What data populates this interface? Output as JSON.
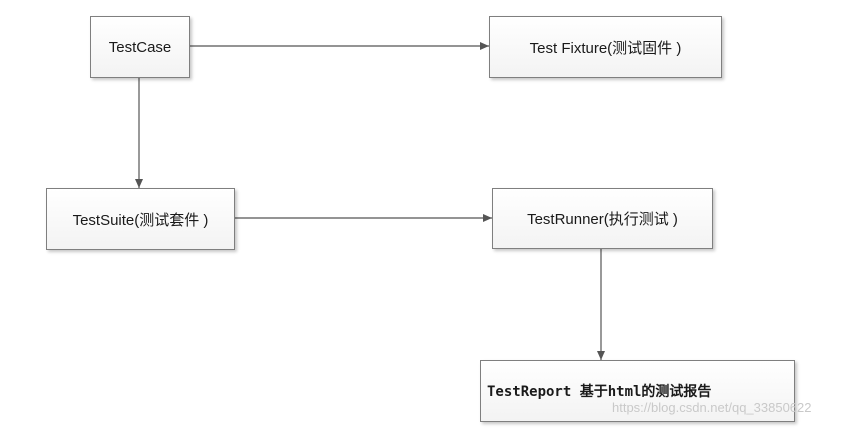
{
  "nodes": {
    "testcase": "TestCase",
    "fixture": "Test Fixture(测试固件 )",
    "suite": "TestSuite(测试套件 )",
    "runner": "TestRunner(执行测试 )",
    "report": "TestReport 基于html的测试报告"
  },
  "watermark": "https://blog.csdn.net/qq_33850622",
  "colors": {
    "line": "#555555",
    "border": "#7f7f7f"
  }
}
